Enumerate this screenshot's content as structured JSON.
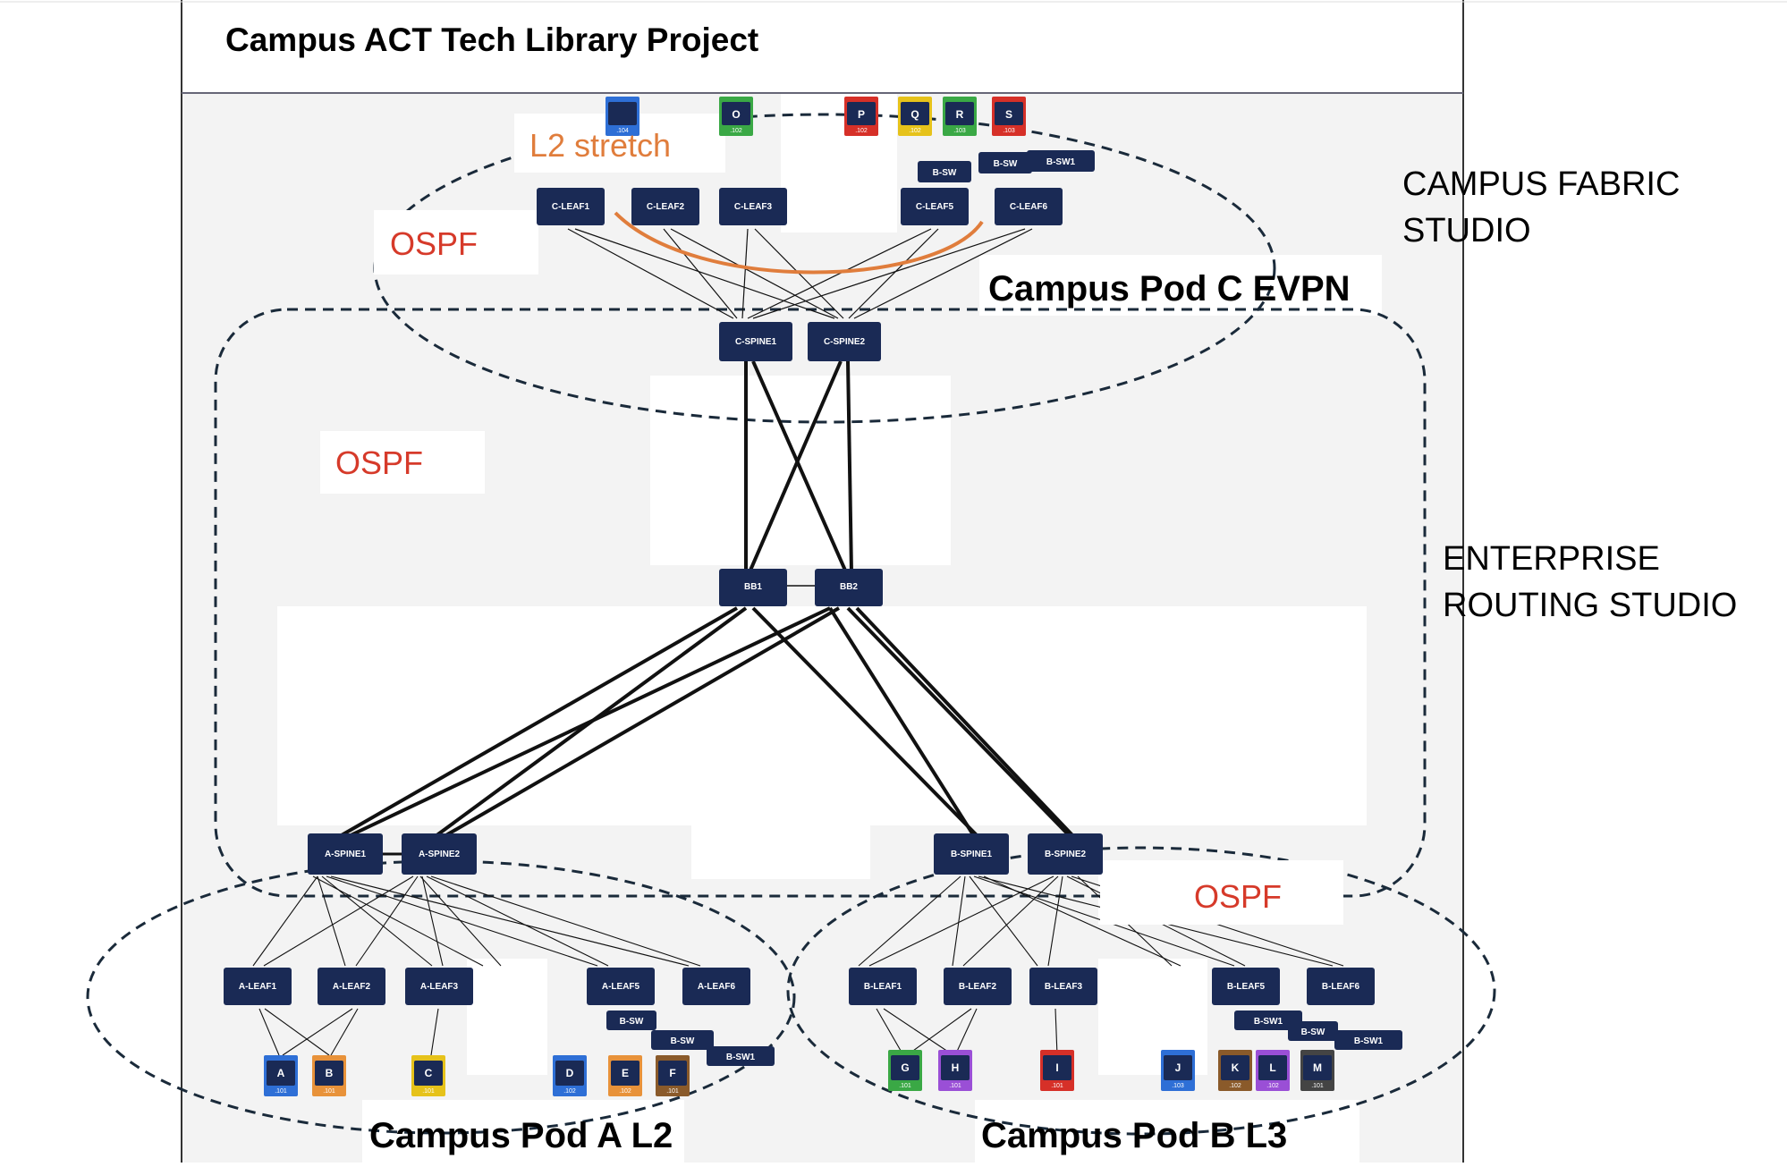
{
  "header": {
    "title": "Campus ACT Tech Library Project"
  },
  "studios": {
    "campus_fabric": [
      "CAMPUS FABRIC",
      "STUDIO"
    ],
    "enterprise_routing": [
      "ENTERPRISE",
      "ROUTING STUDIO"
    ]
  },
  "annotations": {
    "l2_stretch": "L2 stretch",
    "ospf_top": "OSPF",
    "ospf_middle": "OSPF",
    "ospf_bottom": "OSPF"
  },
  "pods": {
    "pod_c": "Campus Pod C EVPN",
    "pod_a": "Campus Pod A L2",
    "pod_b": "Campus Pod B L3"
  },
  "switches": {
    "c_leaf1": "C-LEAF1",
    "c_leaf2": "C-LEAF2",
    "c_leaf3": "C-LEAF3",
    "c_leaf5": "C-LEAF5",
    "c_leaf6": "C-LEAF6",
    "c_spine1": "C-SPINE1",
    "c_spine2": "C-SPINE2",
    "bb1": "BB1",
    "bb2": "BB2",
    "a_spine1": "A-SPINE1",
    "a_spine2": "A-SPINE2",
    "b_spine1": "B-SPINE1",
    "b_spine2": "B-SPINE2",
    "a_leaf1": "A-LEAF1",
    "a_leaf2": "A-LEAF2",
    "a_leaf3": "A-LEAF3",
    "a_leaf5": "A-LEAF5",
    "a_leaf6": "A-LEAF6",
    "b_leaf1": "B-LEAF1",
    "b_leaf2": "B-LEAF2",
    "b_leaf3": "B-LEAF3",
    "b_leaf5": "B-LEAF5",
    "b_leaf6": "B-LEAF6",
    "b_sw": "B-SW",
    "b_sw1": "B-SW1"
  },
  "endpoints": {
    "top": [
      {
        "label": "",
        "ip": ".104",
        "color": "#2e6fd6"
      },
      {
        "label": "O",
        "ip": ".102",
        "color": "#3aa845"
      },
      {
        "label": "P",
        "ip": ".102",
        "color": "#d63028"
      },
      {
        "label": "Q",
        "ip": ".102",
        "color": "#e6c21a"
      },
      {
        "label": "R",
        "ip": ".103",
        "color": "#3aa845"
      },
      {
        "label": "S",
        "ip": ".103",
        "color": "#d63028"
      }
    ],
    "pod_a": [
      {
        "label": "A",
        "ip": ".101",
        "color": "#2e6fd6"
      },
      {
        "label": "B",
        "ip": ".101",
        "color": "#e8923a"
      },
      {
        "label": "C",
        "ip": ".101",
        "color": "#e6c21a"
      },
      {
        "label": "D",
        "ip": ".102",
        "color": "#2e6fd6"
      },
      {
        "label": "E",
        "ip": ".102",
        "color": "#e8923a"
      },
      {
        "label": "F",
        "ip": ".101",
        "color": "#8a5a2a"
      }
    ],
    "pod_b": [
      {
        "label": "G",
        "ip": ".101",
        "color": "#3aa845"
      },
      {
        "label": "H",
        "ip": ".101",
        "color": "#9a4fd6"
      },
      {
        "label": "I",
        "ip": ".101",
        "color": "#d63028"
      },
      {
        "label": "J",
        "ip": ".103",
        "color": "#2e6fd6"
      },
      {
        "label": "K",
        "ip": ".102",
        "color": "#8a5a2a"
      },
      {
        "label": "L",
        "ip": ".102",
        "color": "#9a4fd6"
      },
      {
        "label": "M",
        "ip": ".101",
        "color": "#444444"
      }
    ]
  },
  "colors": {
    "switch": "#1a2a55",
    "ospf": "#d63a2a",
    "l2_stretch": "#e07d3c",
    "boundary": "#1a2a3a",
    "canvas": "#f3f3f3"
  }
}
